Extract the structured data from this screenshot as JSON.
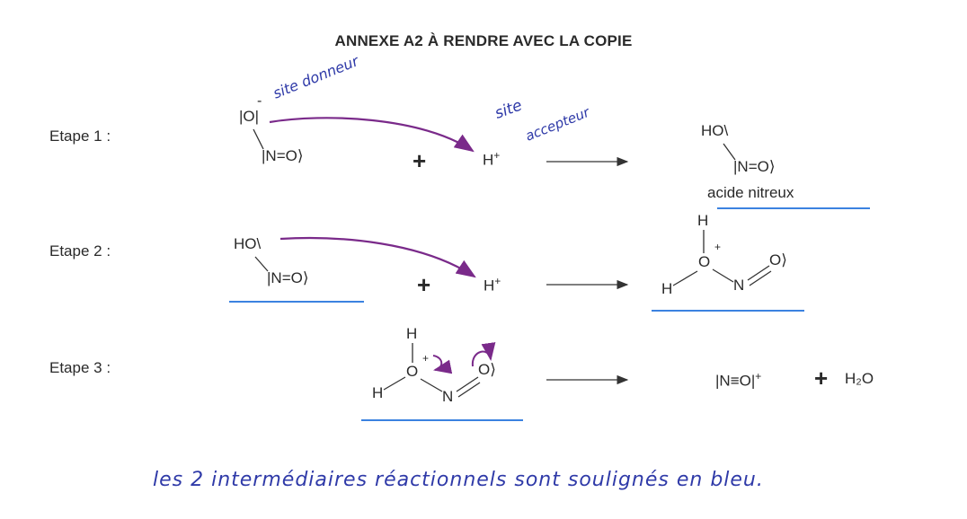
{
  "title": "ANNEXE A2 À RENDRE AVEC LA COPIE",
  "steps": [
    {
      "label": "Etape 1 :"
    },
    {
      "label": "Etape 2 :"
    },
    {
      "label": "Etape 3 :"
    }
  ],
  "annotations": {
    "donor": "site donneur",
    "acceptor_1": "site",
    "acceptor_2": "accepteur",
    "product_name": "acide nitreux"
  },
  "chem": {
    "O_top": "O",
    "N_eq_O": "N=O",
    "plus": "+",
    "H_ion": "H",
    "HO": "HO",
    "H": "H",
    "O": "O",
    "N": "N",
    "nitrosonium": "N≡O",
    "water": "H₂O"
  },
  "footer": "les 2 intermédiaires réactionnels sont soulignés en bleu.",
  "colors": {
    "arrow": "#7a2a8a",
    "underline": "#3b82e0",
    "handwriting": "#2f3aa8"
  }
}
